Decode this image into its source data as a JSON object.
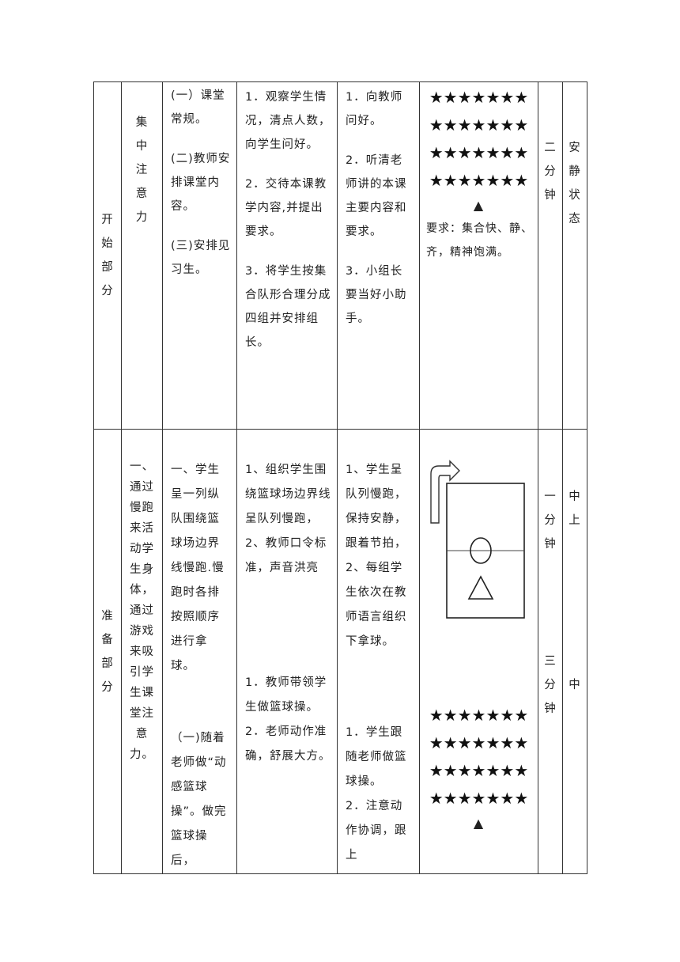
{
  "rows": [
    {
      "section": [
        "开",
        "始",
        "部",
        "分"
      ],
      "goal": [
        "集",
        "中",
        "注",
        "意",
        "力"
      ],
      "content": [
        "(一）课堂常规。",
        "(二)教师安排课堂内容。",
        "(三)安排见习生。"
      ],
      "teacher": [
        "1．观察学生情况，清点人数，向学生问好。",
        "2．交待本课教学内容,并提出要求。",
        "3．将学生按集合队形合理分成四组并安排组长。"
      ],
      "student": [
        "1．向教师问好。",
        "2．听清老师讲的本课主要内容和要求。",
        "3．小组长要当好小助手。"
      ],
      "formation": {
        "stars": [
          "★★★★★★★",
          "★★★★★★★",
          "★★★★★★★",
          "★★★★★★★"
        ],
        "teacher_mark": "▲",
        "requirement": "要求：集合快、静、齐，精神饱满。"
      },
      "time": [
        "二",
        "分",
        "钟"
      ],
      "intensity": [
        "安",
        "静",
        "状",
        "态"
      ]
    },
    {
      "section": [
        "准",
        "备",
        "部",
        "分"
      ],
      "goal": [
        "一、",
        "通过",
        "慢跑",
        "来活",
        "动学",
        "生身",
        "体，",
        "通过",
        "游戏",
        "来吸",
        "引学",
        "生课",
        "堂注",
        "意",
        "力。"
      ],
      "content_a": "一、学生呈一列纵队围绕篮球场边界线慢跑.慢跑时各排按照顺序进行拿球。",
      "content_b": "（一)随着老师做“动感篮球操”。做完篮球操后，",
      "teacher_a": [
        "1、组织学生围绕篮球场边界线呈队列慢跑，",
        "2、教师口令标准，声音洪亮"
      ],
      "teacher_b": [
        "1．教师带领学生做篮球操。",
        "2．老师动作准确，舒展大方。"
      ],
      "student_a": [
        "1、学生呈队列慢跑，保持安静，跟着节拍，",
        "2、每组学生依次在教师语言组织下拿球。"
      ],
      "student_b": [
        "1．学生跟随老师做篮球操。",
        "2．注意动作协调，跟上"
      ],
      "formation": {
        "stars": [
          "★★★★★★★",
          "★★★★★★★",
          "★★★★★★★",
          "★★★★★★★"
        ],
        "teacher_mark": "▲"
      },
      "time_a": [
        "一",
        "分",
        "钟"
      ],
      "time_b": [
        "三",
        "分",
        "钟"
      ],
      "intensity_a": [
        "中",
        "上"
      ],
      "intensity_b": "中"
    }
  ]
}
